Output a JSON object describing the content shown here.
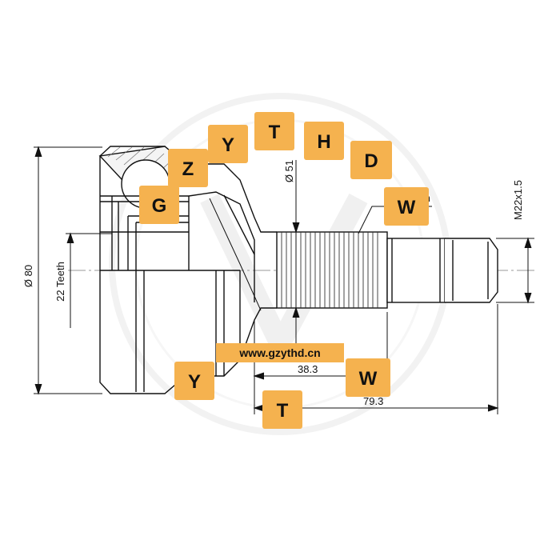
{
  "drawing": {
    "outer_diameter": "Ø 80",
    "inner_teeth": "22 Teeth",
    "shaft_diameter": "Ø 51",
    "thread": "M22x1.5",
    "shaft_teeth_partial": "th",
    "length_short": "38.3",
    "length_total_partial": "79.3"
  },
  "watermark": {
    "letters": [
      "G",
      "Z",
      "Y",
      "T",
      "H",
      "D",
      "W",
      "Y",
      "W",
      "T"
    ],
    "url": "www.gzythd.cn",
    "badge_color": "#f5b24f"
  }
}
